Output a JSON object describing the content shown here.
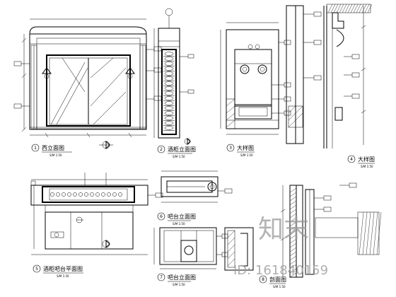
{
  "views": [
    {
      "id": "v1",
      "number": "1",
      "title": "西立面图",
      "scale": "S/M 1:50"
    },
    {
      "id": "v2",
      "number": "2",
      "title": "酒柜立面图",
      "scale": "S/M 1:50"
    },
    {
      "id": "v3",
      "number": "3",
      "title": "大样图",
      "scale": "S/M 1:50"
    },
    {
      "id": "v4",
      "number": "4",
      "title": "大样图",
      "scale": "S/M 1:50"
    },
    {
      "id": "v5",
      "number": "5",
      "title": "酒柜吧台平面图",
      "scale": "S/M 1:50"
    },
    {
      "id": "v6",
      "number": "6",
      "title": "吧台立面图",
      "scale": "S/M 1:50"
    },
    {
      "id": "v7",
      "number": "7",
      "title": "吧台立面图",
      "scale": "S/M 1:50"
    },
    {
      "id": "v8",
      "number": "8",
      "title": "剖面图",
      "scale": "S/M 1:50"
    }
  ],
  "watermark": {
    "logo": "知末",
    "id_text": "ID: 161840159"
  }
}
